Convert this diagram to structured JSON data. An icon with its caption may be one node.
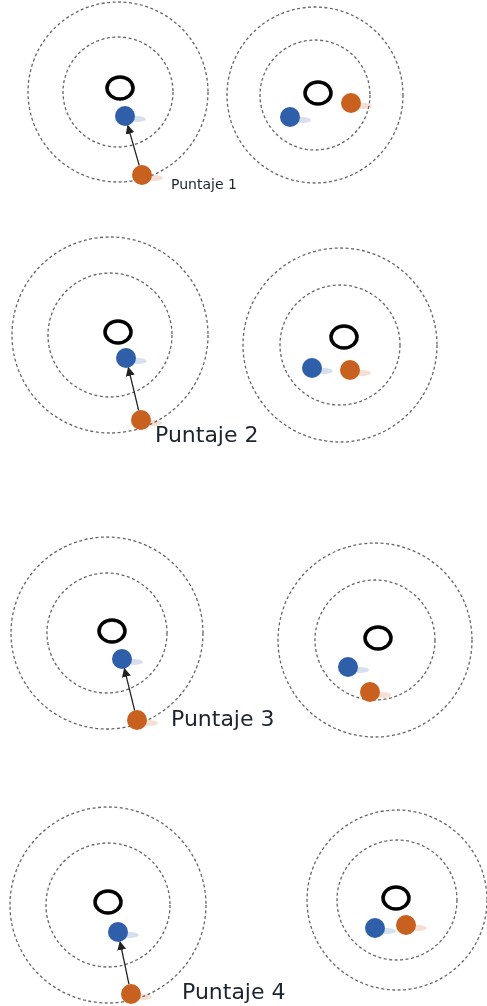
{
  "diagram": {
    "nodes": [
      {
        "text": [],
        "shape": "circle"
      },
      {
        "text": [],
        "shape": "circle"
      },
      {
        "text": [],
        "shape": "circle"
      },
      {
        "text": [],
        "shape": "circle"
      },
      {
        "text": [],
        "shape": "circle"
      },
      {
        "text": [],
        "shape": "circle"
      },
      {
        "text": [],
        "shape": "circle"
      },
      {
        "text": [],
        "shape": "circle"
      }
    ],
    "edges": [
      {
        "from": 1,
        "to": 0,
        "arrow": "to"
      },
      {
        "from": 3,
        "to": 2,
        "arrow": "to"
      },
      {
        "from": 5,
        "to": 4,
        "arrow": "to"
      },
      {
        "from": 7,
        "to": 6,
        "arrow": "to"
      }
    ],
    "labels": [
      "Puntaje 1",
      "Puntaje 2",
      "Puntaje 3",
      "Puntaje 4"
    ]
  }
}
